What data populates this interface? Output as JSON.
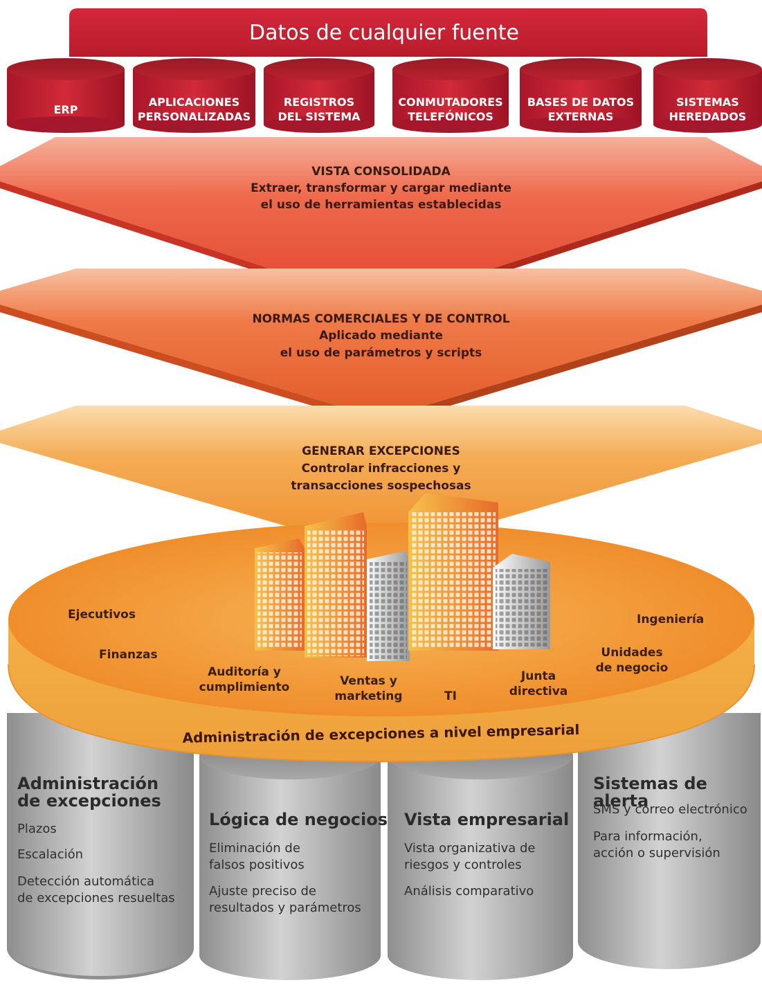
{
  "banner": {
    "title": "Datos de cualquier fuente"
  },
  "sources": [
    {
      "label": "ERP"
    },
    {
      "label": "APLICACIONES\nPERSONALIZADAS"
    },
    {
      "label": "REGISTROS\nDEL SISTEMA"
    },
    {
      "label": "CONMUTADORES\nTELEFÓNICOS"
    },
    {
      "label": "BASES DE DATOS\nEXTERNAS"
    },
    {
      "label": "SISTEMAS\nHEREDADOS"
    }
  ],
  "stages": [
    {
      "title": "VISTA CONSOLIDADA",
      "line1": "Extraer, transformar y cargar mediante",
      "line2": "el uso de herramientas establecidas",
      "color": "#ea4b35"
    },
    {
      "title": "NORMAS COMERCIALES Y DE CONTROL",
      "line1": "Aplicado mediante",
      "line2": "el uso de parámetros y scripts",
      "color": "#e8622f"
    },
    {
      "title": "GENERAR EXCEPCIONES",
      "line1": "Controlar infracciones y",
      "line2": "transacciones sospechosas",
      "color": "#f19a36"
    }
  ],
  "platform": {
    "title": "Administración de excepciones a nivel empresarial",
    "departments": {
      "ejecutivos": "Ejecutivos",
      "finanzas": "Finanzas",
      "auditoria": "Auditoría y cumplimiento",
      "ventas": "Ventas y marketing",
      "ti": "TI",
      "junta": "Junta directiva",
      "unidades": "Unidades de negocio",
      "ingenieria": "Ingeniería"
    }
  },
  "pillars": [
    {
      "title1": "Administración",
      "title2": "de excepciones",
      "items": [
        "Plazos",
        "Escalación",
        "Detección automática",
        "de excepciones resueltas"
      ]
    },
    {
      "title1": "Lógica de negocios",
      "items": [
        "Eliminación de",
        "falsos positivos",
        "Ajuste preciso de",
        "resultados y parámetros"
      ]
    },
    {
      "title1": "Vista empresarial",
      "items": [
        "Vista organizativa de",
        "riesgos y controles",
        "Análisis comparativo"
      ]
    },
    {
      "title1": "Sistemas de alerta",
      "items": [
        "SMS y correo electrónico",
        "Para información,",
        "acción o supervisión"
      ]
    }
  ],
  "colors": {
    "red": "#c0202e",
    "stage1": "#ea4b35",
    "stage2": "#e8622f",
    "stage3": "#f19a36",
    "platform": "#f3a23f",
    "grey": "#b3b3b3"
  }
}
